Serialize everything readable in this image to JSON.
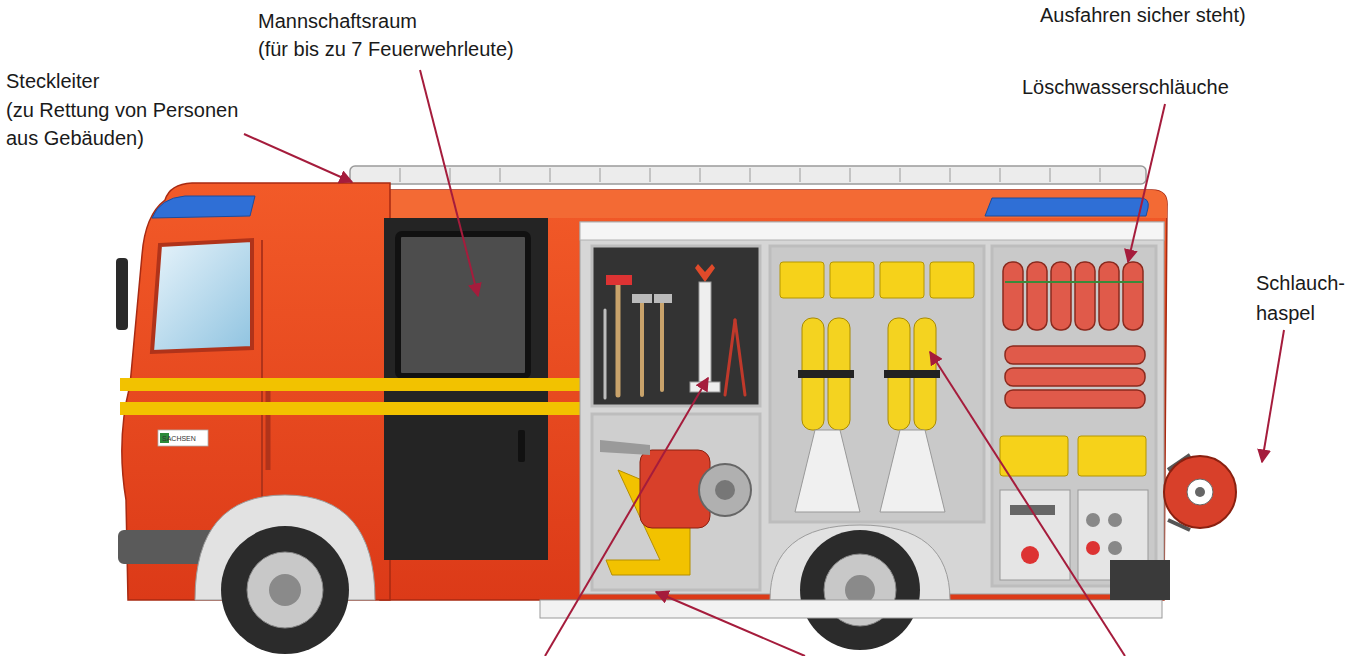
{
  "diagram": {
    "labels": [
      "Mannschaftsraum",
      "(für bis zu 7 Feuerwehrleute)",
      "Ausfahren sicher steht)",
      "Steckleiter",
      "(zu Rettung von Personen aus Gebäuden)",
      "Löschwasserschläuche",
      "Schlauch- haspel",
      "SACHSEN"
    ]
  }
}
